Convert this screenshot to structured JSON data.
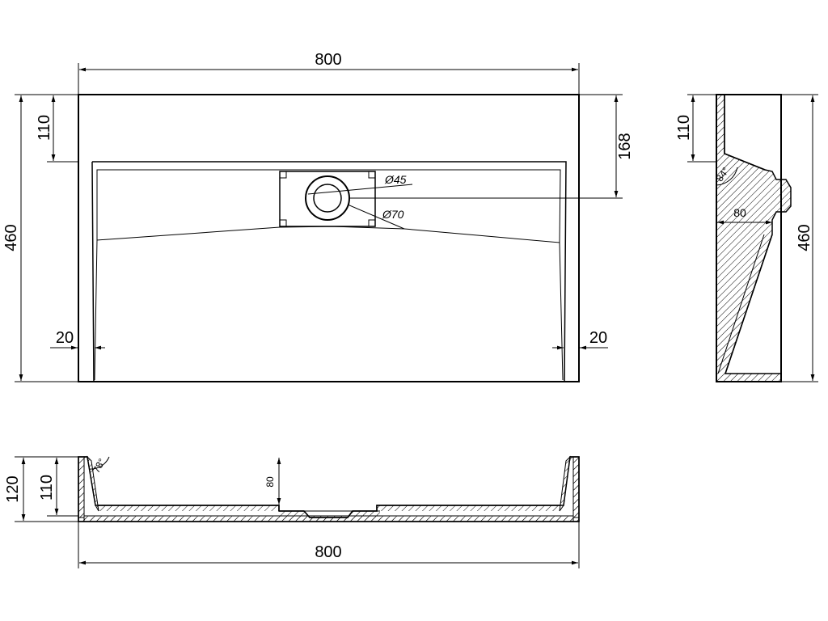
{
  "top_view": {
    "width_label": "800",
    "height_label": "460",
    "top_offset_label": "110",
    "drain_offset_label": "168",
    "left_margin_label": "20",
    "right_margin_label": "20",
    "drain_inner_label": "Ø45",
    "drain_outer_label": "Ø70"
  },
  "side_view": {
    "top_offset_label": "110",
    "angle_label": "84°",
    "depth_label": "80",
    "height_label": "460"
  },
  "front_view": {
    "outer_height_label": "120",
    "inner_height_label": "110",
    "angle_label": "78°",
    "depth_label": "80",
    "width_label": "800"
  },
  "colors": {
    "line": "#000000",
    "background": "#ffffff"
  }
}
